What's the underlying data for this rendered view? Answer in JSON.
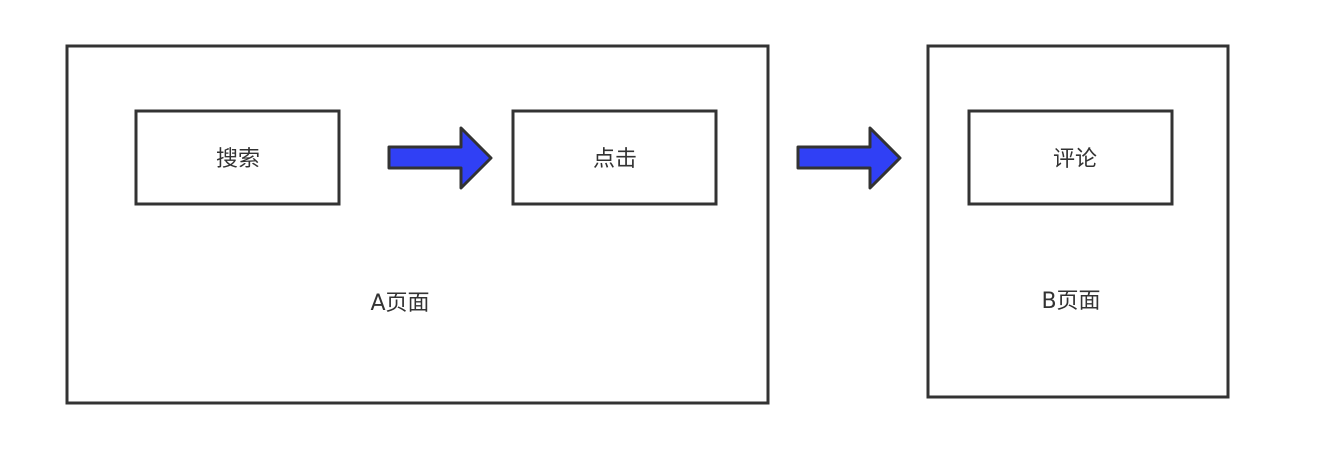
{
  "pages": {
    "a": {
      "label": "A页面"
    },
    "b": {
      "label": "B页面"
    }
  },
  "steps": {
    "search": "搜索",
    "click": "点击",
    "comment": "评论"
  },
  "colors": {
    "stroke": "#333333",
    "arrow_fill": "#3040F5"
  }
}
